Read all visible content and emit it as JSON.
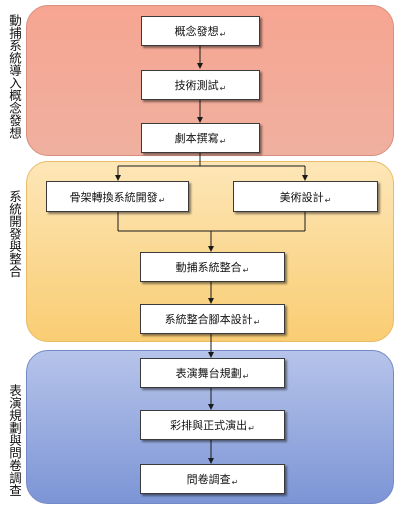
{
  "stages": [
    {
      "label": "動捕系統導入概念發想"
    },
    {
      "label": "系統開發與整合"
    },
    {
      "label": "表演規劃與問卷調查"
    }
  ],
  "steps": {
    "concept": "概念發想",
    "tech_test": "技術測試",
    "script": "劇本撰寫",
    "skeleton": "骨架轉換系統開發",
    "art": "美術設計",
    "mocap": "動捕系統整合",
    "system_script": "系統整合腳本設計",
    "stage_plan": "表演舞台規劃",
    "rehearsal": "彩排與正式演出",
    "survey": "問卷調查"
  },
  "colors": {
    "stage1": "#f6a592",
    "stage2": "#f9cd73",
    "stage3": "#7d95d6"
  }
}
